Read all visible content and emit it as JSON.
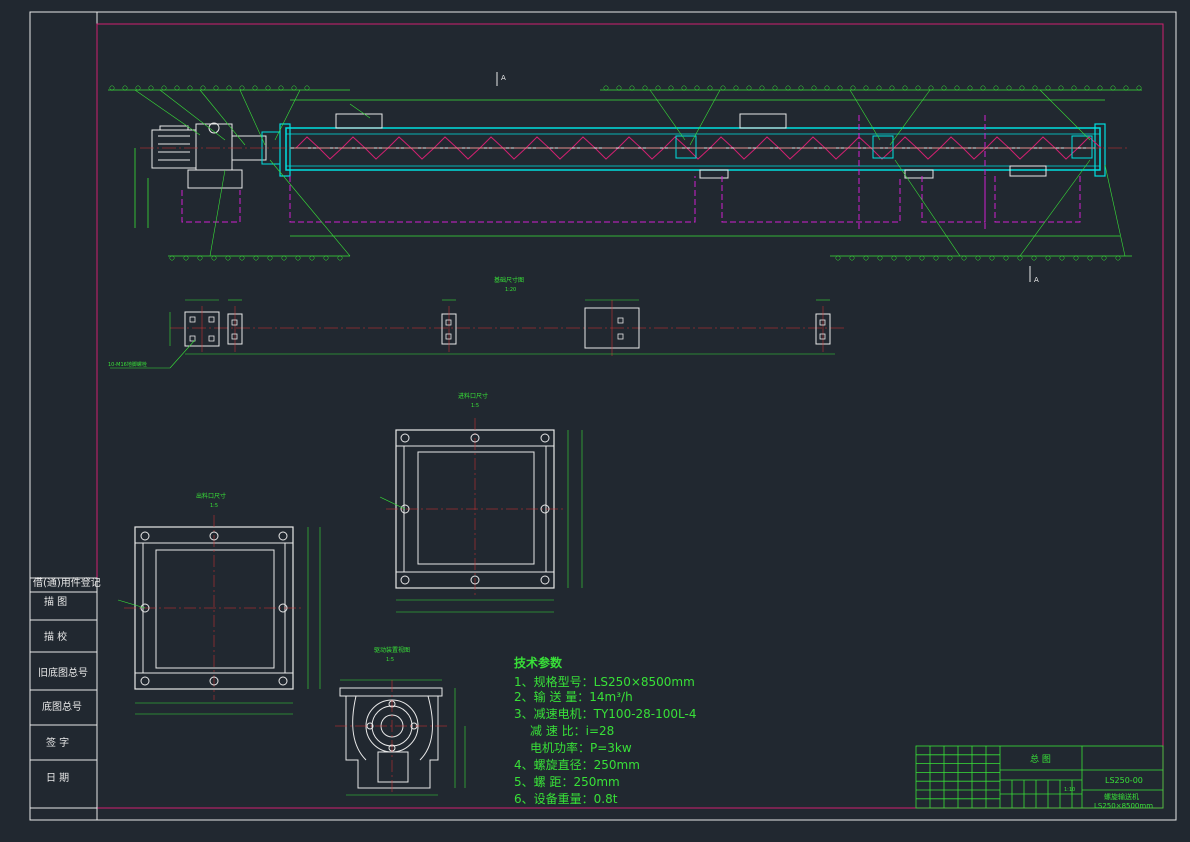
{
  "left_table": {
    "header": "借(通)用件登记",
    "rows": [
      "描 图",
      "描 校",
      "旧底图总号",
      "底图总号",
      "签 字",
      "日 期"
    ]
  },
  "view_titles": {
    "foundation": "基础尺寸图",
    "foundation_scale": "1:20",
    "inlet": "进料口尺寸",
    "inlet_scale": "1:5",
    "outlet": "出料口尺寸",
    "outlet_scale": "1:5",
    "motor_side": "驱动装置视图",
    "motor_side_scale": "1:5",
    "anchor_note": "10-M16地脚螺栓"
  },
  "tech_params": {
    "title": "技术参数",
    "lines": [
      "1、规格型号：LS250×8500mm",
      "2、输 送 量：14m³/h",
      "3、减速电机：TY100-28-100L-4",
      "减 速 比：i=28",
      "电机功率：P=3kw",
      "4、螺旋直径：250mm",
      "5、螺 距：250mm",
      "6、设备重量：0.8t"
    ]
  },
  "title_block": {
    "drawing_title": "总 图",
    "drawing_number": "LS250-00",
    "product_name": "螺旋输送机",
    "product_spec": "LS250×8500mm",
    "scale": "1:10"
  },
  "section_mark": "A",
  "colors": {
    "background": "#212830",
    "frame": "#e8e8e8",
    "inner_frame": "#d02070",
    "outline": "#00e0e0",
    "dimension": "#38e038",
    "hidden": "#d020d0",
    "centerline": "#e03030",
    "part": "#e8e8e8"
  }
}
